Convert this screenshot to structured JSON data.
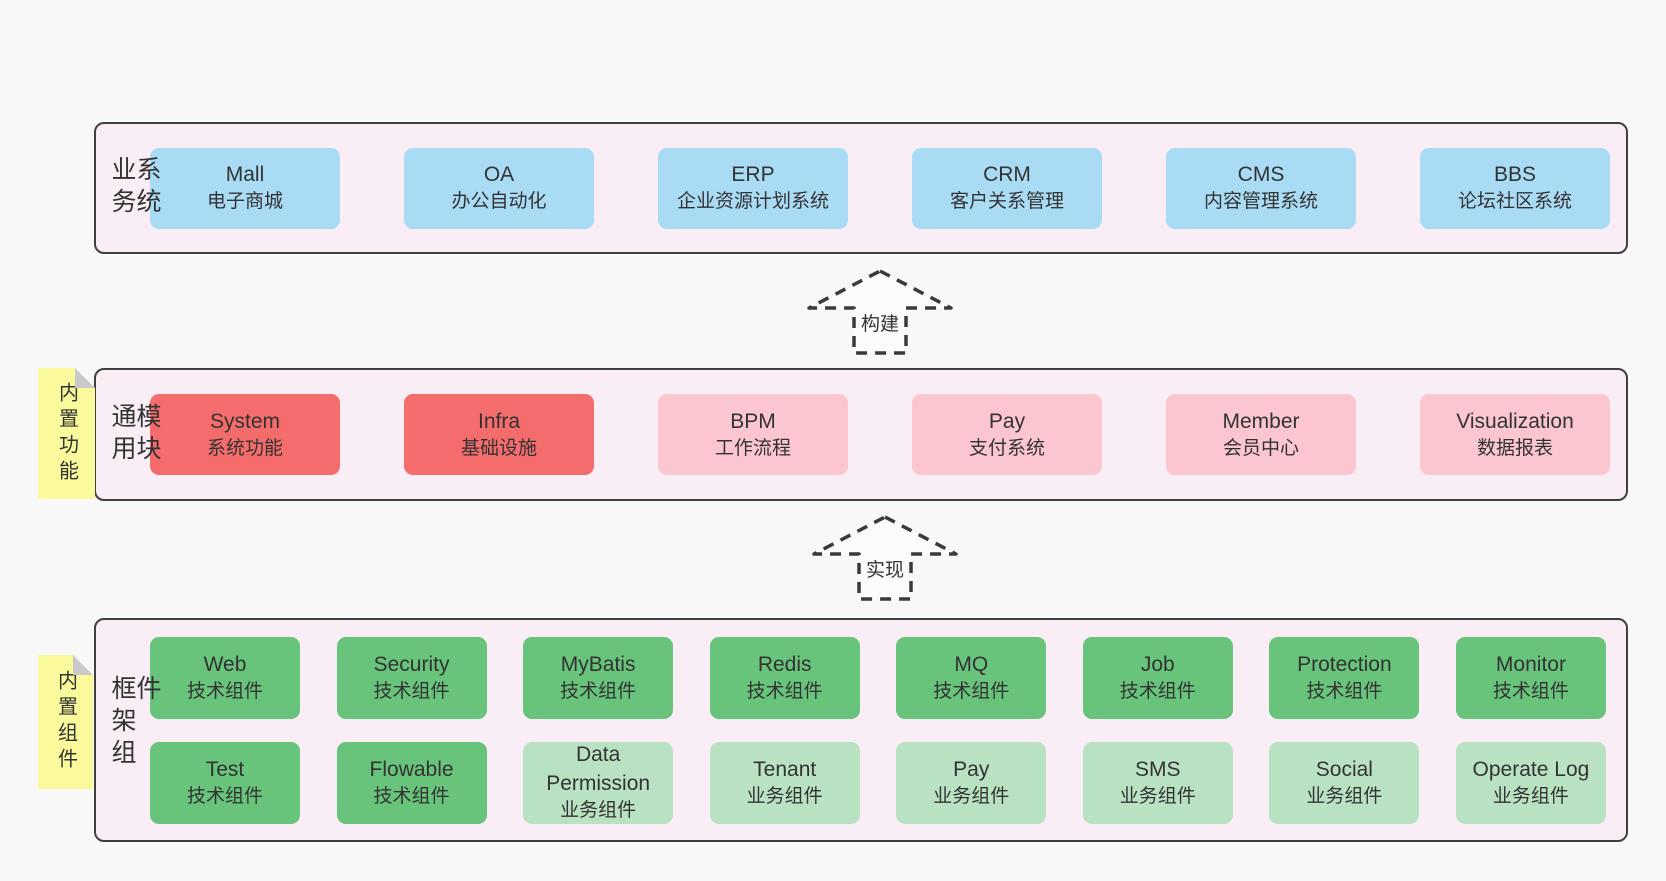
{
  "colors": {
    "page_bg": "#f8f8f8",
    "section_bg": "#f9edf6",
    "section_border": "#404040",
    "blue": "#a9dbf5",
    "red": "#f56c6c",
    "pink": "#fbc6cf",
    "green_dark": "#68c37b",
    "green_light": "#b9e2c3",
    "sticky_yellow": "#fafa9d",
    "sticky_fold": "#c9c9c9",
    "text": "#333333"
  },
  "business": {
    "label": "业务系统",
    "items": [
      {
        "title": "Mall",
        "subtitle": "电子商城"
      },
      {
        "title": "OA",
        "subtitle": "办公自动化"
      },
      {
        "title": "ERP",
        "subtitle": "企业资源计划系统"
      },
      {
        "title": "CRM",
        "subtitle": "客户关系管理"
      },
      {
        "title": "CMS",
        "subtitle": "内容管理系统"
      },
      {
        "title": "BBS",
        "subtitle": "论坛社区系统"
      }
    ]
  },
  "arrows": {
    "build_label": "构建",
    "implement_label": "实现"
  },
  "modules": {
    "label": "通用模块",
    "sticky_label": "内置功能",
    "items": [
      {
        "title": "System",
        "subtitle": "系统功能"
      },
      {
        "title": "Infra",
        "subtitle": "基础设施"
      },
      {
        "title": "BPM",
        "subtitle": "工作流程"
      },
      {
        "title": "Pay",
        "subtitle": "支付系统"
      },
      {
        "title": "Member",
        "subtitle": "会员中心"
      },
      {
        "title": "Visualization",
        "subtitle": "数据报表"
      }
    ]
  },
  "components": {
    "label": "框架组件",
    "sticky_label": "内置组件",
    "row1": [
      {
        "title": "Web",
        "subtitle": "技术组件"
      },
      {
        "title": "Security",
        "subtitle": "技术组件"
      },
      {
        "title": "MyBatis",
        "subtitle": "技术组件"
      },
      {
        "title": "Redis",
        "subtitle": "技术组件"
      },
      {
        "title": "MQ",
        "subtitle": "技术组件"
      },
      {
        "title": "Job",
        "subtitle": "技术组件"
      },
      {
        "title": "Protection",
        "subtitle": "技术组件"
      },
      {
        "title": "Monitor",
        "subtitle": "技术组件"
      }
    ],
    "row2": [
      {
        "title": "Test",
        "subtitle": "技术组件"
      },
      {
        "title": "Flowable",
        "subtitle": "技术组件"
      },
      {
        "title": "Data Permission",
        "subtitle": "业务组件"
      },
      {
        "title": "Tenant",
        "subtitle": "业务组件"
      },
      {
        "title": "Pay",
        "subtitle": "业务组件"
      },
      {
        "title": "SMS",
        "subtitle": "业务组件"
      },
      {
        "title": "Social",
        "subtitle": "业务组件"
      },
      {
        "title": "Operate Log",
        "subtitle": "业务组件"
      }
    ]
  }
}
